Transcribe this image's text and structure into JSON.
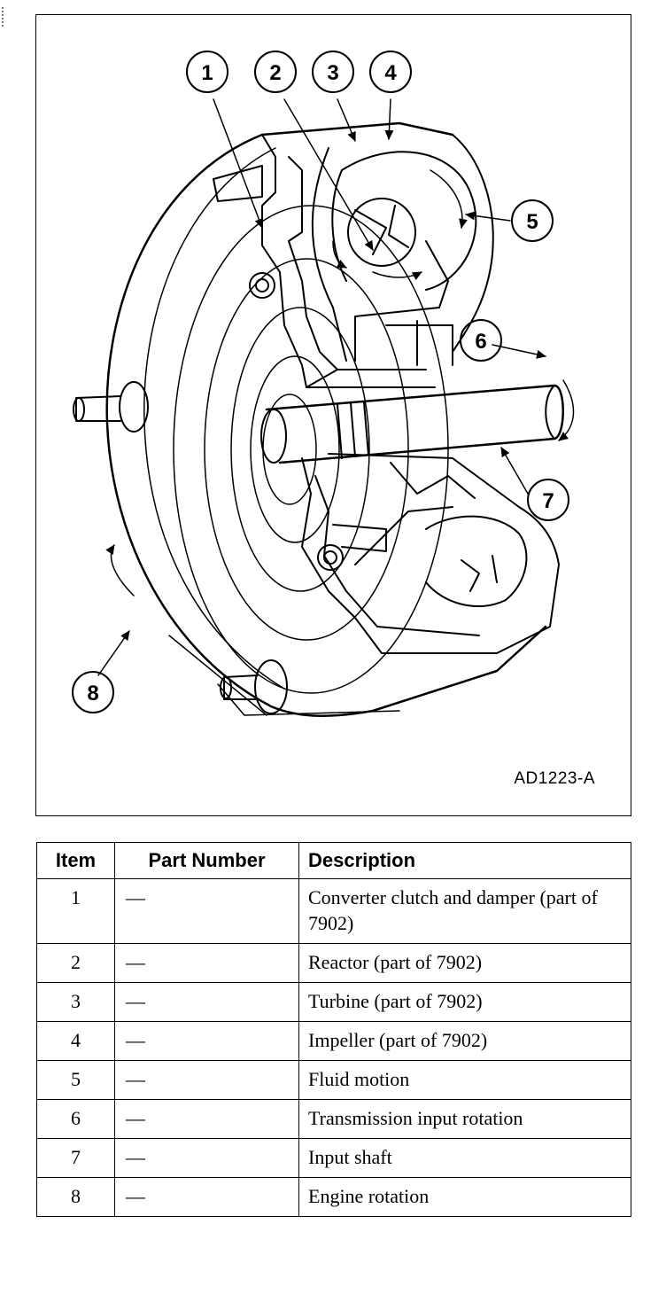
{
  "figure": {
    "code": "AD1223-A",
    "callouts": [
      "1",
      "2",
      "3",
      "4",
      "5",
      "6",
      "7",
      "8"
    ]
  },
  "table": {
    "headers": {
      "item": "Item",
      "part_number": "Part Number",
      "description": "Description"
    },
    "rows": [
      {
        "item": "1",
        "part_number": "—",
        "description": "Converter clutch and damper (part of 7902)"
      },
      {
        "item": "2",
        "part_number": "—",
        "description": "Reactor (part of 7902)"
      },
      {
        "item": "3",
        "part_number": "—",
        "description": "Turbine (part of 7902)"
      },
      {
        "item": "4",
        "part_number": "—",
        "description": "Impeller (part of 7902)"
      },
      {
        "item": "5",
        "part_number": "—",
        "description": "Fluid motion"
      },
      {
        "item": "6",
        "part_number": "—",
        "description": "Transmission input rotation"
      },
      {
        "item": "7",
        "part_number": "—",
        "description": "Input shaft"
      },
      {
        "item": "8",
        "part_number": "—",
        "description": "Engine rotation"
      }
    ]
  }
}
